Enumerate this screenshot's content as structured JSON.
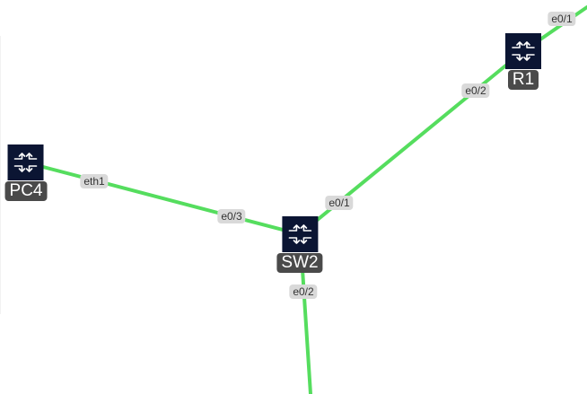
{
  "topology": {
    "link_color": "#55dd5e",
    "node_icon_bg": "#0b1533",
    "node_label_bg": "#4a4a4a",
    "port_label_bg": "#d9d9d9",
    "nodes": [
      {
        "id": "r1",
        "label": "R1",
        "icon": "router-icon"
      },
      {
        "id": "pc4",
        "label": "PC4",
        "icon": "router-icon"
      },
      {
        "id": "sw2",
        "label": "SW2",
        "icon": "router-icon"
      }
    ],
    "ports": {
      "r1_e01": "e0/1",
      "r1_e02": "e0/2",
      "pc4_eth1": "eth1",
      "sw2_e03": "e0/3",
      "sw2_e01": "e0/1",
      "sw2_e02": "e0/2"
    }
  }
}
